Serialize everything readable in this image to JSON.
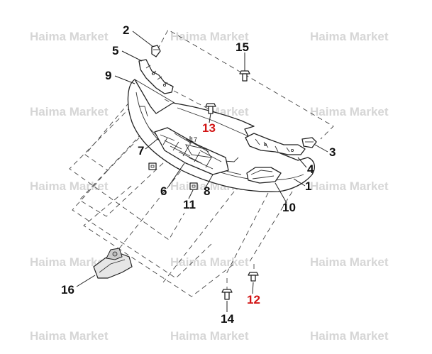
{
  "watermark": "Haima Market",
  "colors": {
    "callout": "#111111",
    "callout_highlight": "#d21414",
    "watermark": "#cfcfcf",
    "line": "#222222"
  },
  "callouts": {
    "c1": "1",
    "c2": "2",
    "c3": "3",
    "c4": "4",
    "c5": "5",
    "c6": "6",
    "c7": "7",
    "c8": "8",
    "c9": "9",
    "c10": "10",
    "c11": "11",
    "c12": "12",
    "c13": "13",
    "c14": "14",
    "c15": "15",
    "c16": "16",
    "c17": "17"
  }
}
